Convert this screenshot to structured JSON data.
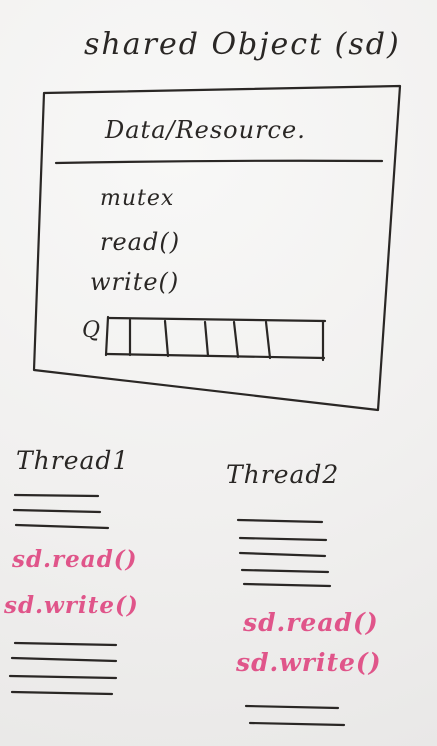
{
  "shared_object": {
    "title": "shared Object (sd)",
    "heading": "Data/Resource.",
    "members": [
      "mutex",
      "read()",
      "write()"
    ],
    "queue_label": "Q",
    "queue_slots": 6
  },
  "threads": [
    {
      "label": "Thread1",
      "calls": [
        "sd.read()",
        "sd.write()"
      ]
    },
    {
      "label": "Thread2",
      "calls": [
        "sd.read()",
        "sd.write()"
      ]
    }
  ],
  "colors": {
    "ink_black": "#2a2725",
    "ink_pink": "#e0558a",
    "board": "#f4f3f2"
  }
}
